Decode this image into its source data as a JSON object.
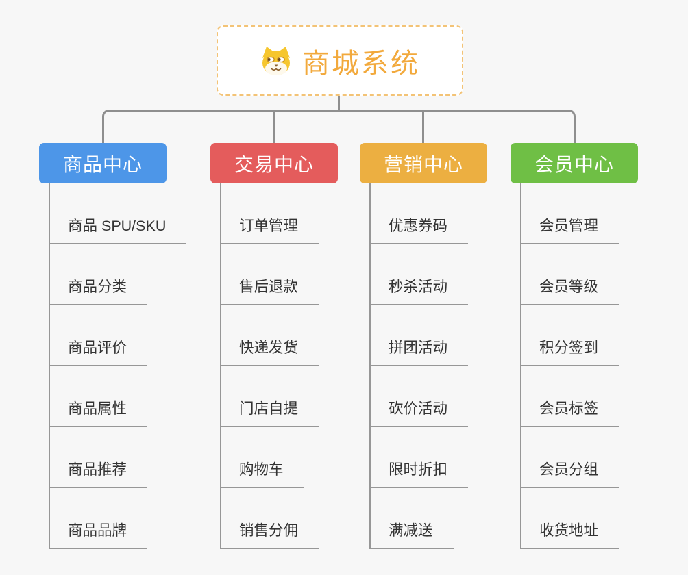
{
  "root": {
    "label": "商城系统",
    "icon": "doge-icon"
  },
  "branches": [
    {
      "label": "商品中心",
      "color": "#4D96E8",
      "items": [
        "商品 SPU/SKU",
        "商品分类",
        "商品评价",
        "商品属性",
        "商品推荐",
        "商品品牌"
      ]
    },
    {
      "label": "交易中心",
      "color": "#E45C5C",
      "items": [
        "订单管理",
        "售后退款",
        "快递发货",
        "门店自提",
        "购物车",
        "销售分佣"
      ]
    },
    {
      "label": "营销中心",
      "color": "#ECAF41",
      "items": [
        "优惠券码",
        "秒杀活动",
        "拼团活动",
        "砍价活动",
        "限时折扣",
        "满减送"
      ]
    },
    {
      "label": "会员中心",
      "color": "#6FBF45",
      "items": [
        "会员管理",
        "会员等级",
        "积分签到",
        "会员标签",
        "会员分组",
        "收货地址"
      ]
    }
  ],
  "palette": {
    "background": "#F7F7F7",
    "root_text": "#F2A93C",
    "root_border": "#F3C376",
    "connector_line": "#8F8F8F",
    "branch_line": "#979797",
    "item_text": "#333333"
  }
}
